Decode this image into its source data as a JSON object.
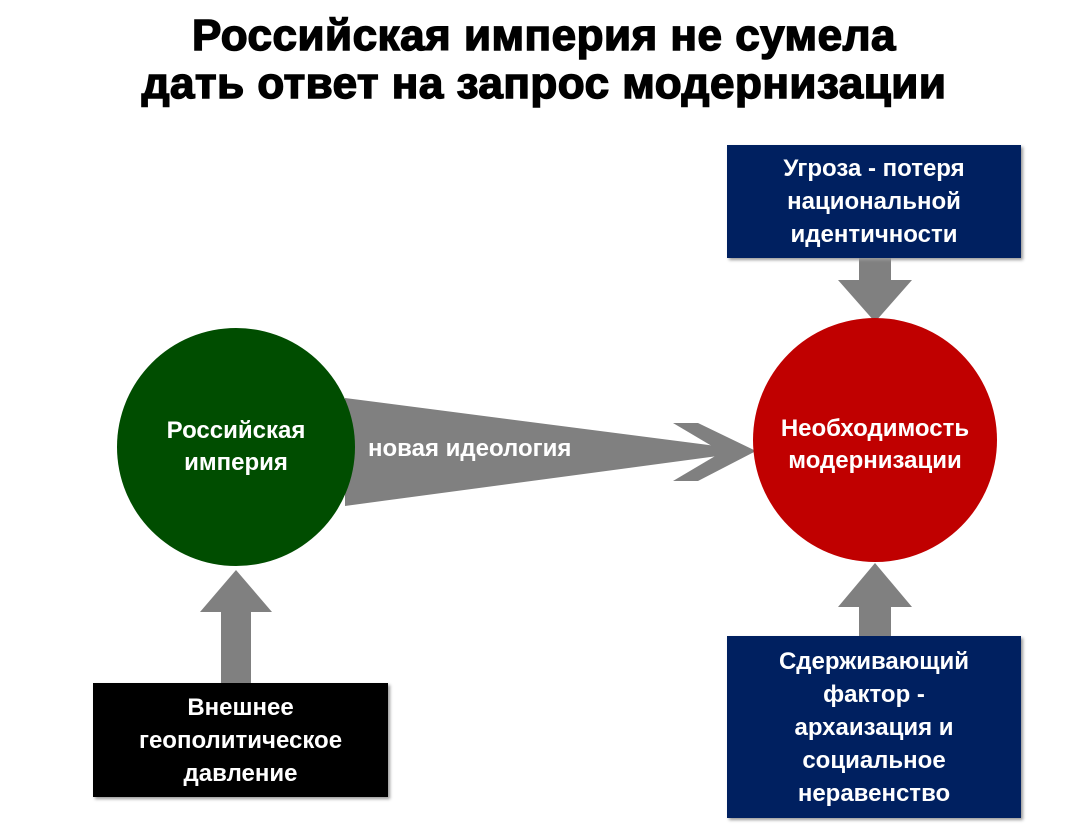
{
  "title": {
    "line1": "Российская империя не сумела",
    "line2": "дать ответ на запрос модернизации"
  },
  "nodes": {
    "empire": "Российская империя",
    "modernization": "Необходимость модернизации",
    "threat": "Угроза - потеря национальной идентичности",
    "constraint": "Сдерживающий фактор - архаизация и социальное неравенство",
    "pressure": "Внешнее геополитическое давление"
  },
  "arrow_label": "новая идеология",
  "colors": {
    "green": "#004d00",
    "red": "#c00000",
    "navy": "#002060",
    "black": "#000000",
    "arrow": "#808080"
  }
}
